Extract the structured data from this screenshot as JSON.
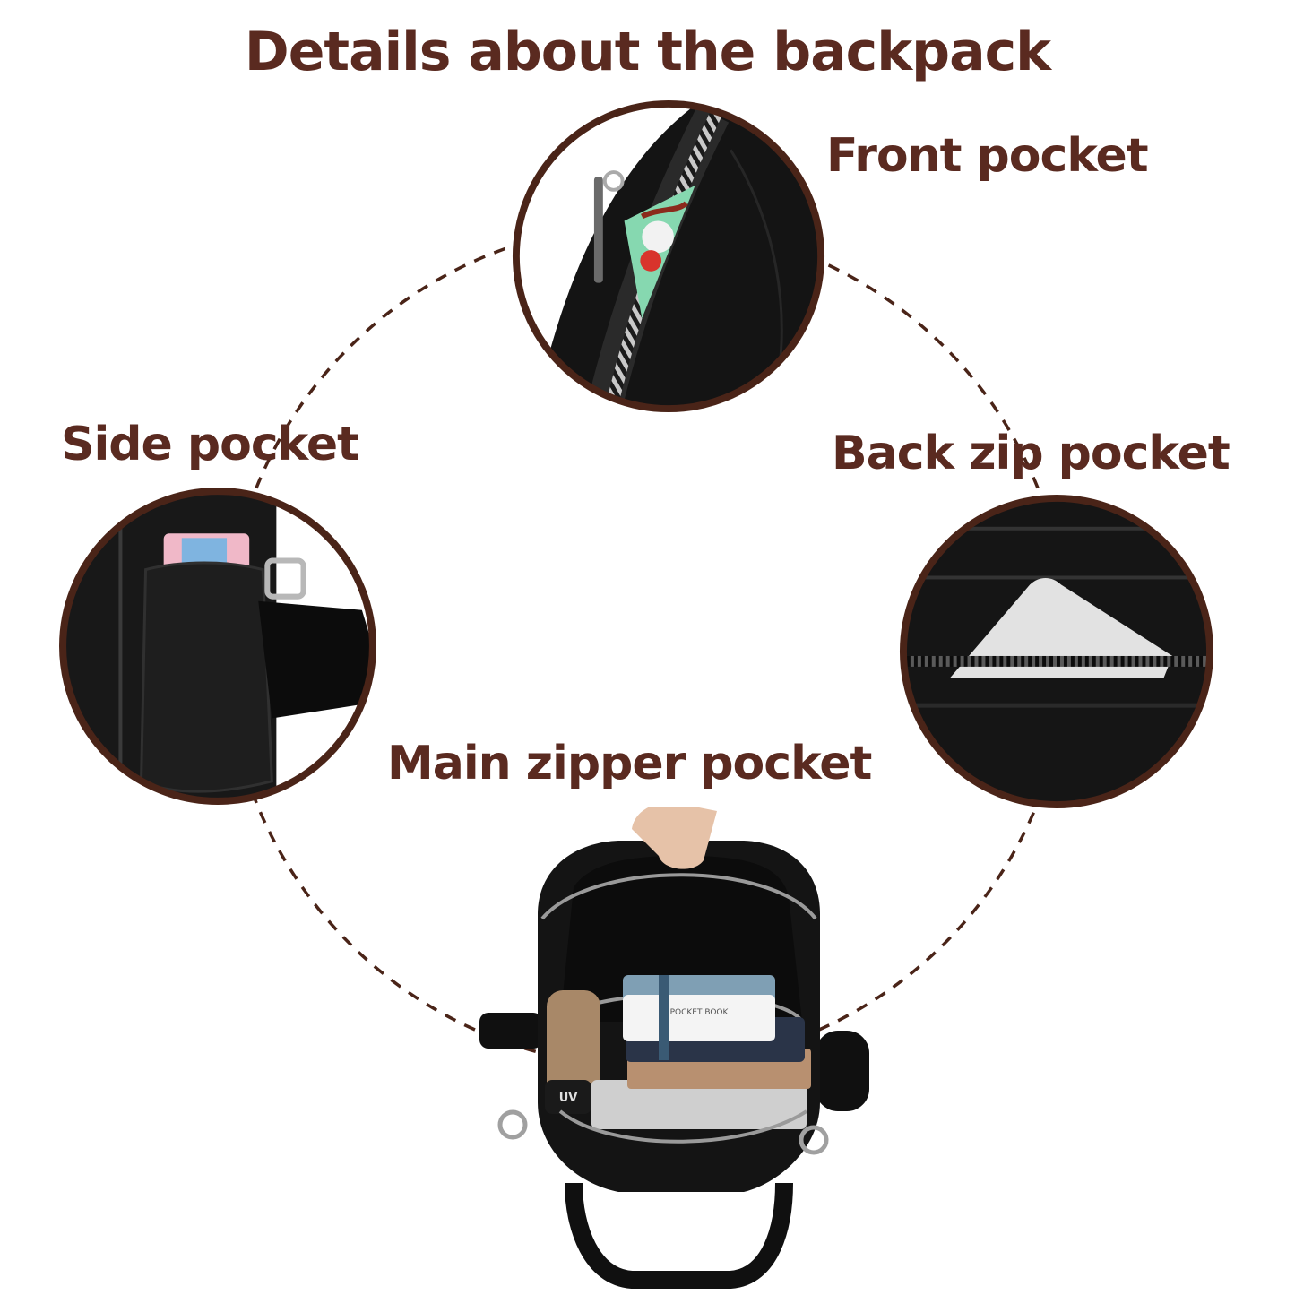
{
  "title": "Details about the backpack",
  "labels": {
    "front": "Front pocket",
    "side": "Side pocket",
    "back": "Back zip pocket",
    "main": "Main zipper pocket"
  },
  "colors": {
    "text": "#5a2a20",
    "ring": "#4a2418",
    "leather": "#141414",
    "zipper": "#c8c8c8",
    "card": "#e2e2e2",
    "sticker": "#86d8b0"
  },
  "main_bag_print": {
    "notebook": "POCKET BOOK",
    "bottle": "UV"
  }
}
